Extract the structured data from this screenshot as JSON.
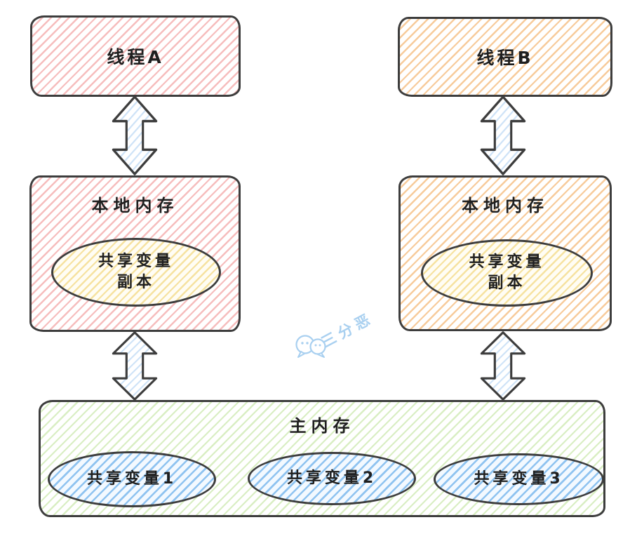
{
  "diagram": {
    "type": "java-memory-model",
    "threads": [
      {
        "label": "线程A"
      },
      {
        "label": "线程B"
      }
    ],
    "local_memories": [
      {
        "label": "本地内存",
        "copy": {
          "line1": "共享变量",
          "line2": "副本"
        }
      },
      {
        "label": "本地内存",
        "copy": {
          "line1": "共享变量",
          "line2": "副本"
        }
      }
    ],
    "main_memory": {
      "label": "主内存",
      "variables": [
        {
          "label": "共享变量1"
        },
        {
          "label": "共享变量2"
        },
        {
          "label": "共享变量3"
        }
      ]
    },
    "arrows": [
      {
        "between": "thread-a / local-memory-a",
        "direction": "bidirectional"
      },
      {
        "between": "thread-b / local-memory-b",
        "direction": "bidirectional"
      },
      {
        "between": "local-memory-a / main-memory",
        "direction": "bidirectional"
      },
      {
        "between": "local-memory-b / main-memory",
        "direction": "bidirectional"
      }
    ],
    "watermark": {
      "icon": "wechat-icon",
      "text": "三分恶"
    }
  },
  "colors": {
    "outline": "#3d3d3d",
    "thread_a_hatch": "#f6bdbd",
    "thread_b_hatch": "#f7cb9b",
    "local_memory_a_hatch": "#f6bdbd",
    "local_memory_b_hatch": "#f7cb9b",
    "shared_copy_hatch": "#f6e2a0",
    "main_memory_hatch": "#d9eec3",
    "shared_variable_hatch": "#8fc3f0",
    "arrow_hatch": "#cde2f7",
    "watermark_blue": "#a9d0f0"
  }
}
